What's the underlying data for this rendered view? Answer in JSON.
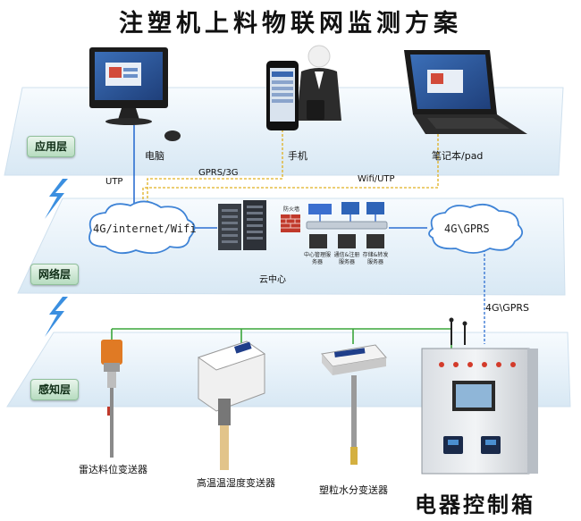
{
  "title": "注塑机上料物联网监测方案",
  "layers": {
    "application": "应用层",
    "network": "网络层",
    "perception": "感知层"
  },
  "devices": {
    "computer": "电脑",
    "phone": "手机",
    "laptop": "笔记本/pad",
    "cabinet": "电器控制箱"
  },
  "links": {
    "utp": "UTP",
    "gprs_3g": "GPRS/3G",
    "wifi_utp": "Wifi/UTP",
    "gprs_right": "4G\\GPRS"
  },
  "clouds": {
    "left": "4G/internet/Wifi",
    "right": "4G\\GPRS"
  },
  "datacenter": {
    "label": "云中心",
    "firewall": "防火墙",
    "servers": [
      "中心管理服务器",
      "通信&注册服务器",
      "存储&转发服务器"
    ]
  },
  "sensors": {
    "radar": "雷达料位变送器",
    "temp_humidity": "高温温湿度变送器",
    "moisture": "塑粒水分变送器"
  }
}
